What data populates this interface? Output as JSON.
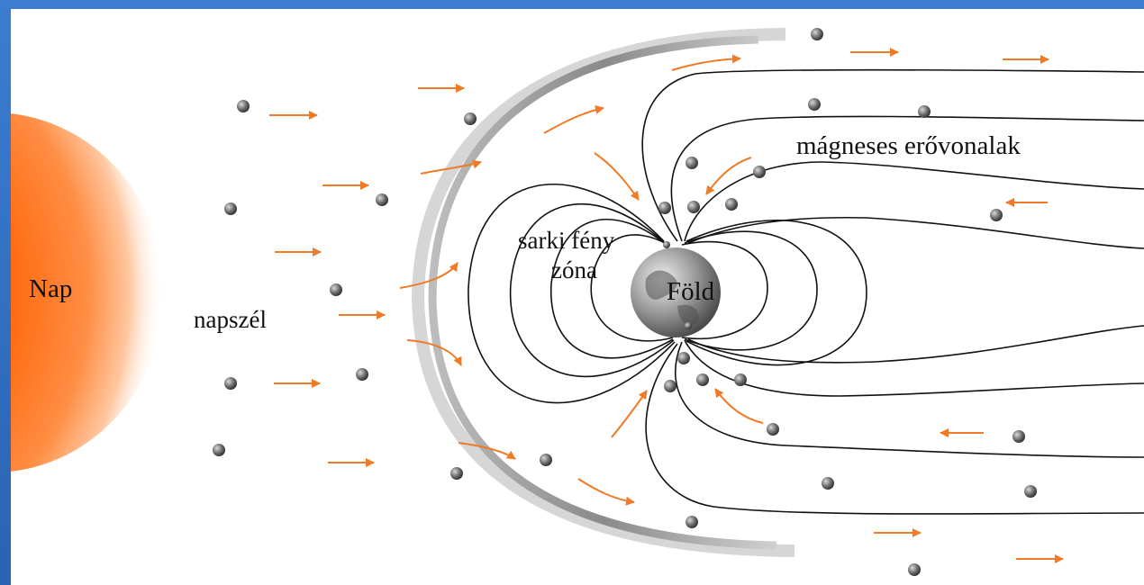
{
  "labels": {
    "sun": "Nap",
    "solar_wind": "napszél",
    "aurora_line1": "sarki fény",
    "aurora_line2": "zóna",
    "earth": "Föld",
    "field_lines": "mágneses erővonalak"
  },
  "colors": {
    "frame": "#2f6fc4",
    "background": "#ffffff",
    "sun": "#ff6a10",
    "arrow": "#f07a25",
    "field_line": "#111111",
    "particle": "#555555",
    "magnetopause": "#9a9a9a"
  },
  "icons": [
    "sun-glow",
    "earth-globe",
    "particle-dot",
    "arrow-right"
  ]
}
